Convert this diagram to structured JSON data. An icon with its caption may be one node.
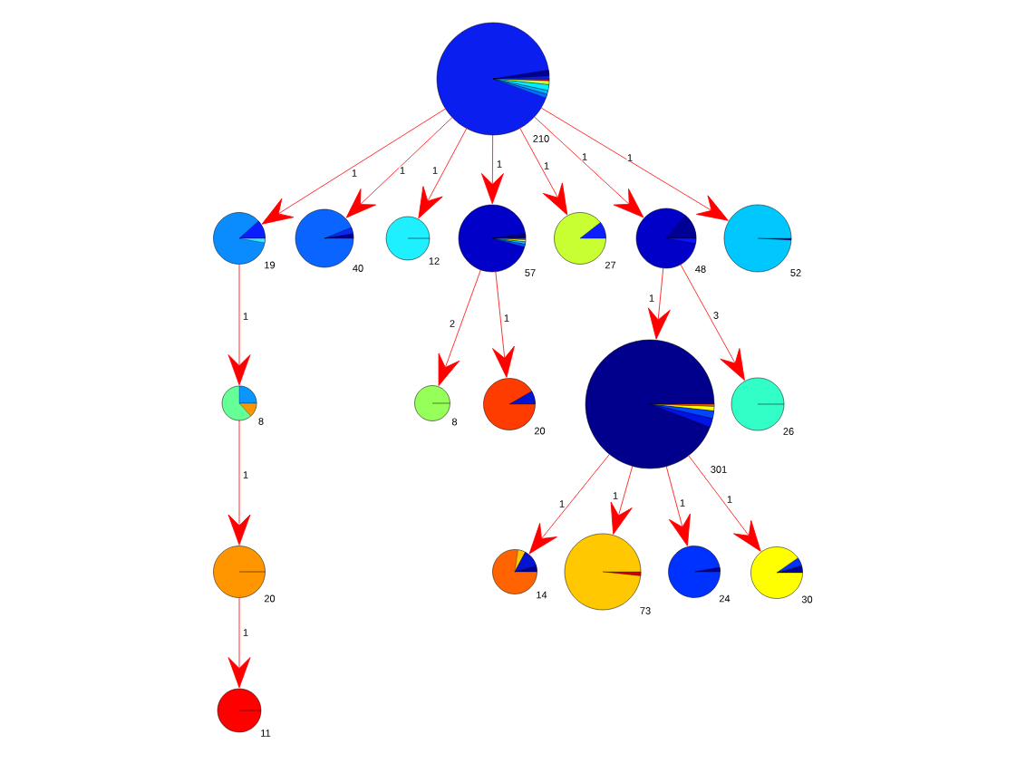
{
  "diagram": {
    "nodes": [
      {
        "text": [],
        "shape": "circle",
        "beside": [
          "210"
        ]
      },
      {
        "text": [],
        "shape": "circle",
        "beside": [
          "19"
        ]
      },
      {
        "text": [],
        "shape": "circle",
        "beside": [
          "40"
        ]
      },
      {
        "text": [],
        "shape": "circle",
        "beside": [
          "12"
        ]
      },
      {
        "text": [],
        "shape": "circle",
        "beside": [
          "57"
        ]
      },
      {
        "text": [],
        "shape": "circle",
        "beside": [
          "27"
        ]
      },
      {
        "text": [],
        "shape": "circle",
        "beside": [
          "48"
        ]
      },
      {
        "text": [],
        "shape": "circle",
        "beside": [
          "52"
        ]
      },
      {
        "text": [],
        "shape": "circle",
        "beside": [
          "8"
        ]
      },
      {
        "text": [],
        "shape": "circle",
        "beside": [
          "8"
        ]
      },
      {
        "text": [],
        "shape": "circle",
        "beside": [
          "20"
        ]
      },
      {
        "text": [],
        "shape": "circle",
        "beside": [
          "301"
        ]
      },
      {
        "text": [],
        "shape": "circle",
        "beside": [
          "26"
        ]
      },
      {
        "text": [],
        "shape": "circle",
        "beside": [
          "20"
        ]
      },
      {
        "text": [],
        "shape": "circle",
        "beside": [
          "14"
        ]
      },
      {
        "text": [],
        "shape": "circle",
        "beside": [
          "73"
        ]
      },
      {
        "text": [],
        "shape": "circle",
        "beside": [
          "24"
        ]
      },
      {
        "text": [],
        "shape": "circle",
        "beside": [
          "30"
        ]
      },
      {
        "text": [],
        "shape": "circle",
        "beside": [
          "11"
        ]
      }
    ],
    "edges": [
      {
        "from": 0,
        "to": 1,
        "arrow": "to",
        "label": "1"
      },
      {
        "from": 0,
        "to": 2,
        "arrow": "to",
        "label": "1"
      },
      {
        "from": 0,
        "to": 3,
        "arrow": "to",
        "label": "1"
      },
      {
        "from": 0,
        "to": 4,
        "arrow": "to",
        "label": "1"
      },
      {
        "from": 0,
        "to": 5,
        "arrow": "to",
        "label": "1"
      },
      {
        "from": 0,
        "to": 6,
        "arrow": "to",
        "label": "1"
      },
      {
        "from": 0,
        "to": 7,
        "arrow": "to",
        "label": "1"
      },
      {
        "from": 1,
        "to": 8,
        "arrow": "to",
        "label": "1"
      },
      {
        "from": 4,
        "to": 9,
        "arrow": "to",
        "label": "2"
      },
      {
        "from": 4,
        "to": 10,
        "arrow": "to",
        "label": "1"
      },
      {
        "from": 6,
        "to": 11,
        "arrow": "to",
        "label": "1"
      },
      {
        "from": 6,
        "to": 12,
        "arrow": "to",
        "label": "3"
      },
      {
        "from": 8,
        "to": 13,
        "arrow": "to",
        "label": "1"
      },
      {
        "from": 11,
        "to": 14,
        "arrow": "to",
        "label": "1"
      },
      {
        "from": 11,
        "to": 15,
        "arrow": "to",
        "label": "1"
      },
      {
        "from": 11,
        "to": 16,
        "arrow": "to",
        "label": "1"
      },
      {
        "from": 11,
        "to": 17,
        "arrow": "to",
        "label": "1"
      },
      {
        "from": 13,
        "to": 18,
        "arrow": "to",
        "label": "1"
      }
    ]
  }
}
